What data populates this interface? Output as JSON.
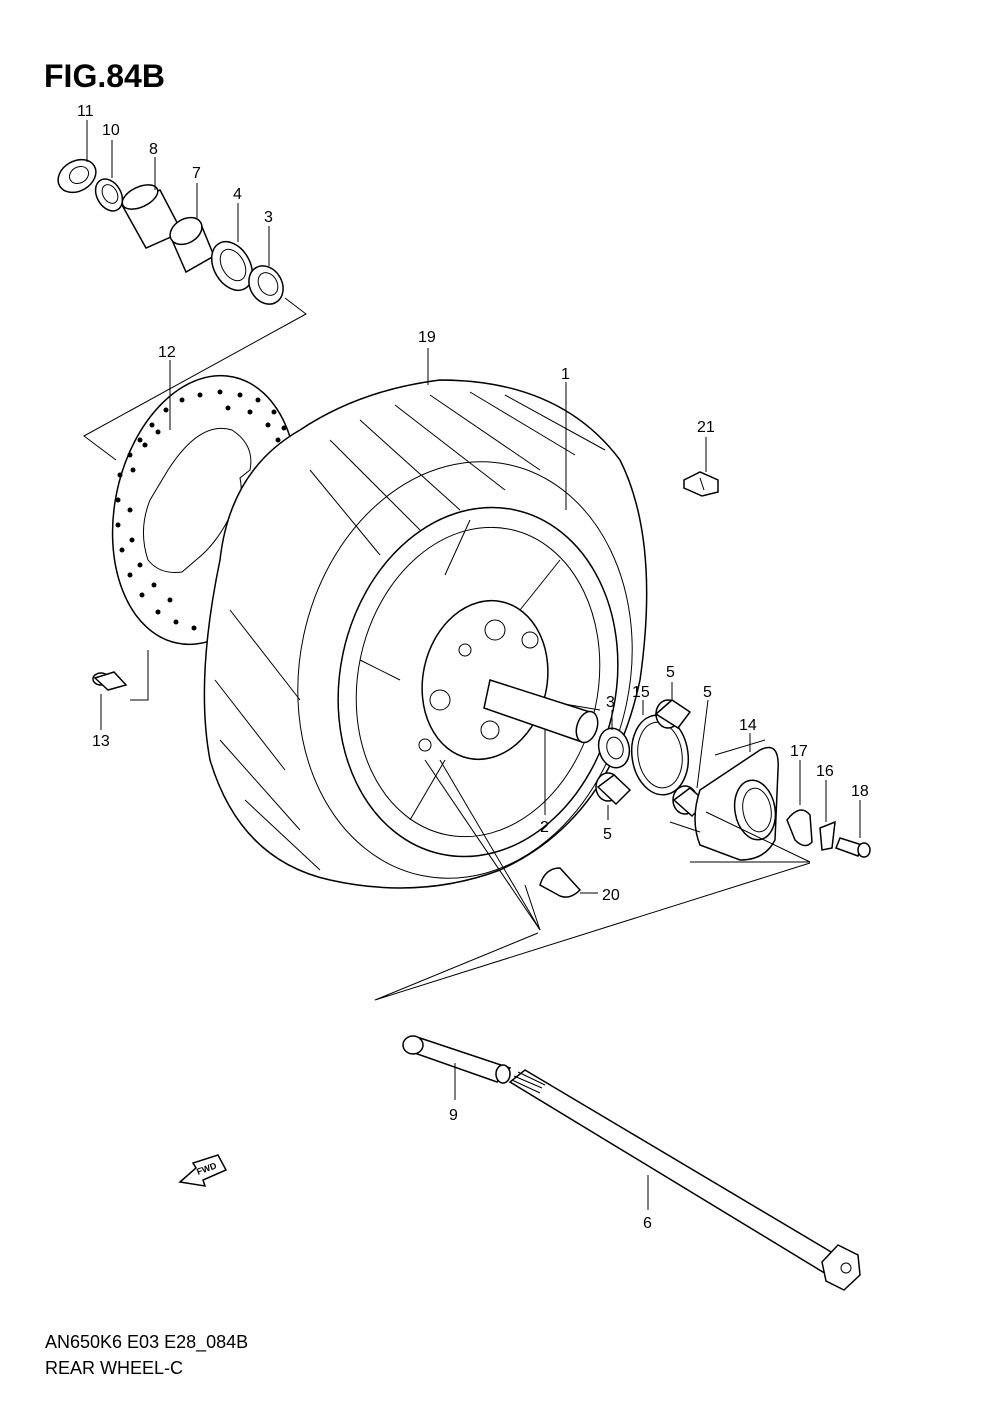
{
  "figure": {
    "title": "FIG.84B",
    "code": "AN650K6 E03 E28_084B",
    "name": "REAR WHEEL-C"
  },
  "fwd_label": "FWD",
  "callouts": {
    "c1": "1",
    "c2": "2",
    "c3a": "3",
    "c3b": "3",
    "c4": "4",
    "c5a": "5",
    "c5b": "5",
    "c5c": "5",
    "c6": "6",
    "c7": "7",
    "c8": "8",
    "c9": "9",
    "c10": "10",
    "c11": "11",
    "c12": "12",
    "c13": "13",
    "c14": "14",
    "c15": "15",
    "c16": "16",
    "c17": "17",
    "c18": "18",
    "c19": "19",
    "c20": "20",
    "c21": "21"
  }
}
